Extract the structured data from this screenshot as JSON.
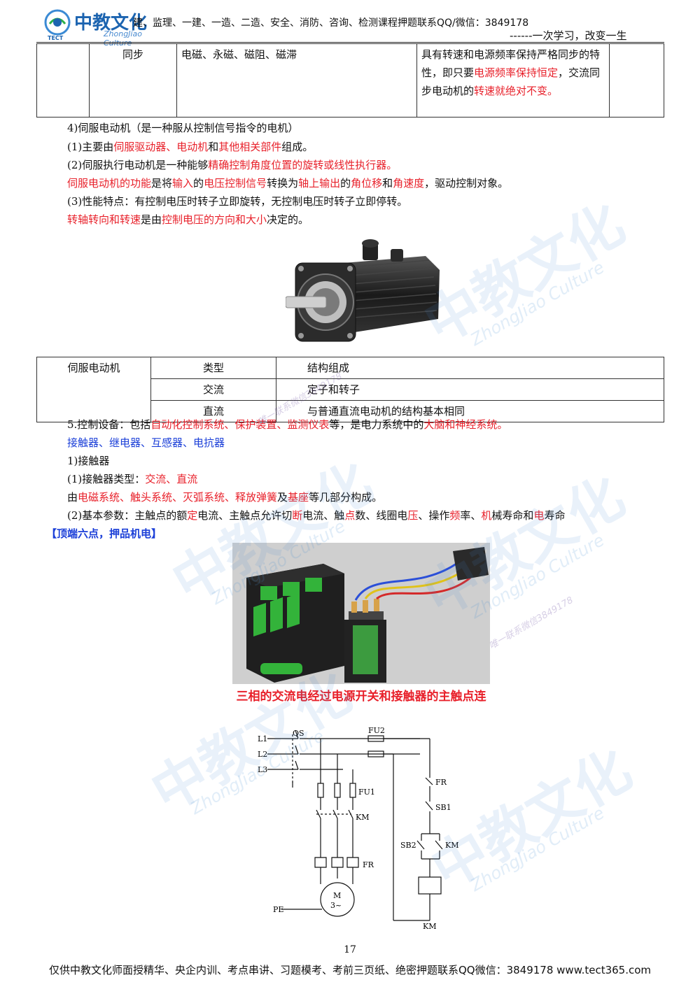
{
  "header": {
    "logo_name": "中教文化",
    "logo_sub": "ZhongJiao Culture",
    "logo_tect": "TECT",
    "line": "建、监理、一建、一造、二造、安全、消防、咨询、检测课程押题联系QQ/微信：3849178",
    "slogan": "------一次学习，改变一生"
  },
  "table_top": {
    "col2": "同步",
    "col3": "电磁、永磁、磁阻、磁滞",
    "col4_a": "具有转速和电源频率保持严格同步的特性，即只要",
    "col4_b": "电源频率保持恒定",
    "col4_c": "，交流同步电动机的",
    "col4_d": "转速就绝对不变。"
  },
  "servo": {
    "heading": "4)伺服电动机（是一种服从控制信号指令的电机）",
    "l1_a": "(1)主要由",
    "l1_b": "伺服驱动器、电动机",
    "l1_c": "和",
    "l1_d": "其他相关部件",
    "l1_e": "组成。",
    "l2_a": "(2)伺服执行电动机是一种能够",
    "l2_b": "精确控制角度位置的旋转或线性执行器。",
    "l3_a": "伺服电动机的功能",
    "l3_b": "是将",
    "l3_c": "输入",
    "l3_d": "的",
    "l3_e": "电压控制信号",
    "l3_f": "转换为",
    "l3_g": "轴上输出",
    "l3_h": "的",
    "l3_i": "角位移",
    "l3_j": "和",
    "l3_k": "角速度",
    "l3_l": "，驱动控制对象。",
    "l4": "(3)性能特点：有控制电压时转子立即旋转，无控制电压时转子立即停转。",
    "l5_a": "转轴转向和转速",
    "l5_b": "是由",
    "l5_c": "控制电压的方向和大小",
    "l5_d": "决定的。"
  },
  "table_servo": {
    "label": "伺服电动机",
    "h1": "类型",
    "h2": "结构组成",
    "r1c1": "交流",
    "r1c2": "定子和转子",
    "r2c1": "直流",
    "r2c2": "与普通直流电动机的结构基本相同"
  },
  "control": {
    "l1_a": "5.控制设备：包括",
    "l1_b": "自动化控制系统、保护装置、监测仪表",
    "l1_c": "等，是电力系统中的",
    "l1_d": "大脑和神经系统。",
    "l2": "接触器、继电器、互感器、电抗器",
    "l3": "1)接触器",
    "l4_a": "(1)接触器类型：",
    "l4_b": "交流、直流",
    "l5_a": "由",
    "l5_b": "电磁系统、触头系统、灭弧系统、释放弹簧",
    "l5_c": "及",
    "l5_d": "基座",
    "l5_e": "等几部分构成。",
    "l6_a": "(2)基本参数：主触点的额",
    "l6_b": "定",
    "l6_c": "电流、主触点允许切",
    "l6_d": "断",
    "l6_e": "电流、触",
    "l6_f": "点",
    "l6_g": "数、线圈电",
    "l6_h": "压",
    "l6_i": "、操作",
    "l6_j": "频",
    "l6_k": "率、",
    "l6_l": "机",
    "l6_m": "械寿命和",
    "l6_n": "电",
    "l6_o": "寿命",
    "mnemonic": "【顶端六点，押品机电】"
  },
  "figure_caption": "三相的交流电经过电源开关和接触器的主触点连",
  "circuit_labels": {
    "L1": "L1",
    "L2": "L2",
    "L3": "L3",
    "QS": "QS",
    "FU2": "FU2",
    "FU1": "FU1",
    "KM": "KM",
    "FR": "FR",
    "SB1": "SB1",
    "SB2": "SB2",
    "M": "M",
    "M3": "3~",
    "PE": "PE"
  },
  "watermark": {
    "big": "中教文化",
    "small": "ZhongJiao Culture",
    "contact": "唯一联系微信3849178"
  },
  "page_number": "17",
  "footer": "仅供中教文化师面授精华、央企内训、考点串讲、习题模考、考前三页纸、绝密押题联系QQ微信：3849178 www.tect365.com"
}
